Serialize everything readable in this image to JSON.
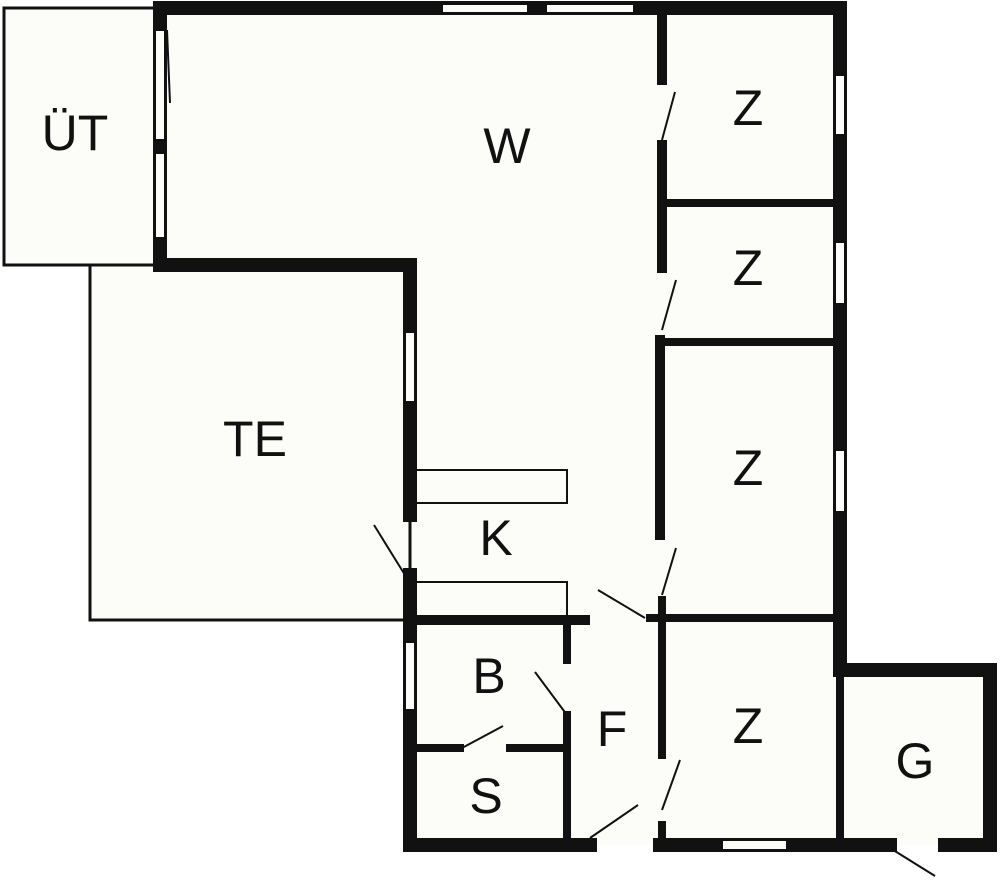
{
  "colors": {
    "wall": "#111111",
    "floor": "#fcfcf8",
    "background": "#ffffff"
  },
  "rooms": {
    "ut": "ÜT",
    "w": "W",
    "te": "TE",
    "k": "K",
    "z1": "Z",
    "z2": "Z",
    "z3": "Z",
    "z4": "Z",
    "b": "B",
    "s": "S",
    "f": "F",
    "g": "G"
  }
}
